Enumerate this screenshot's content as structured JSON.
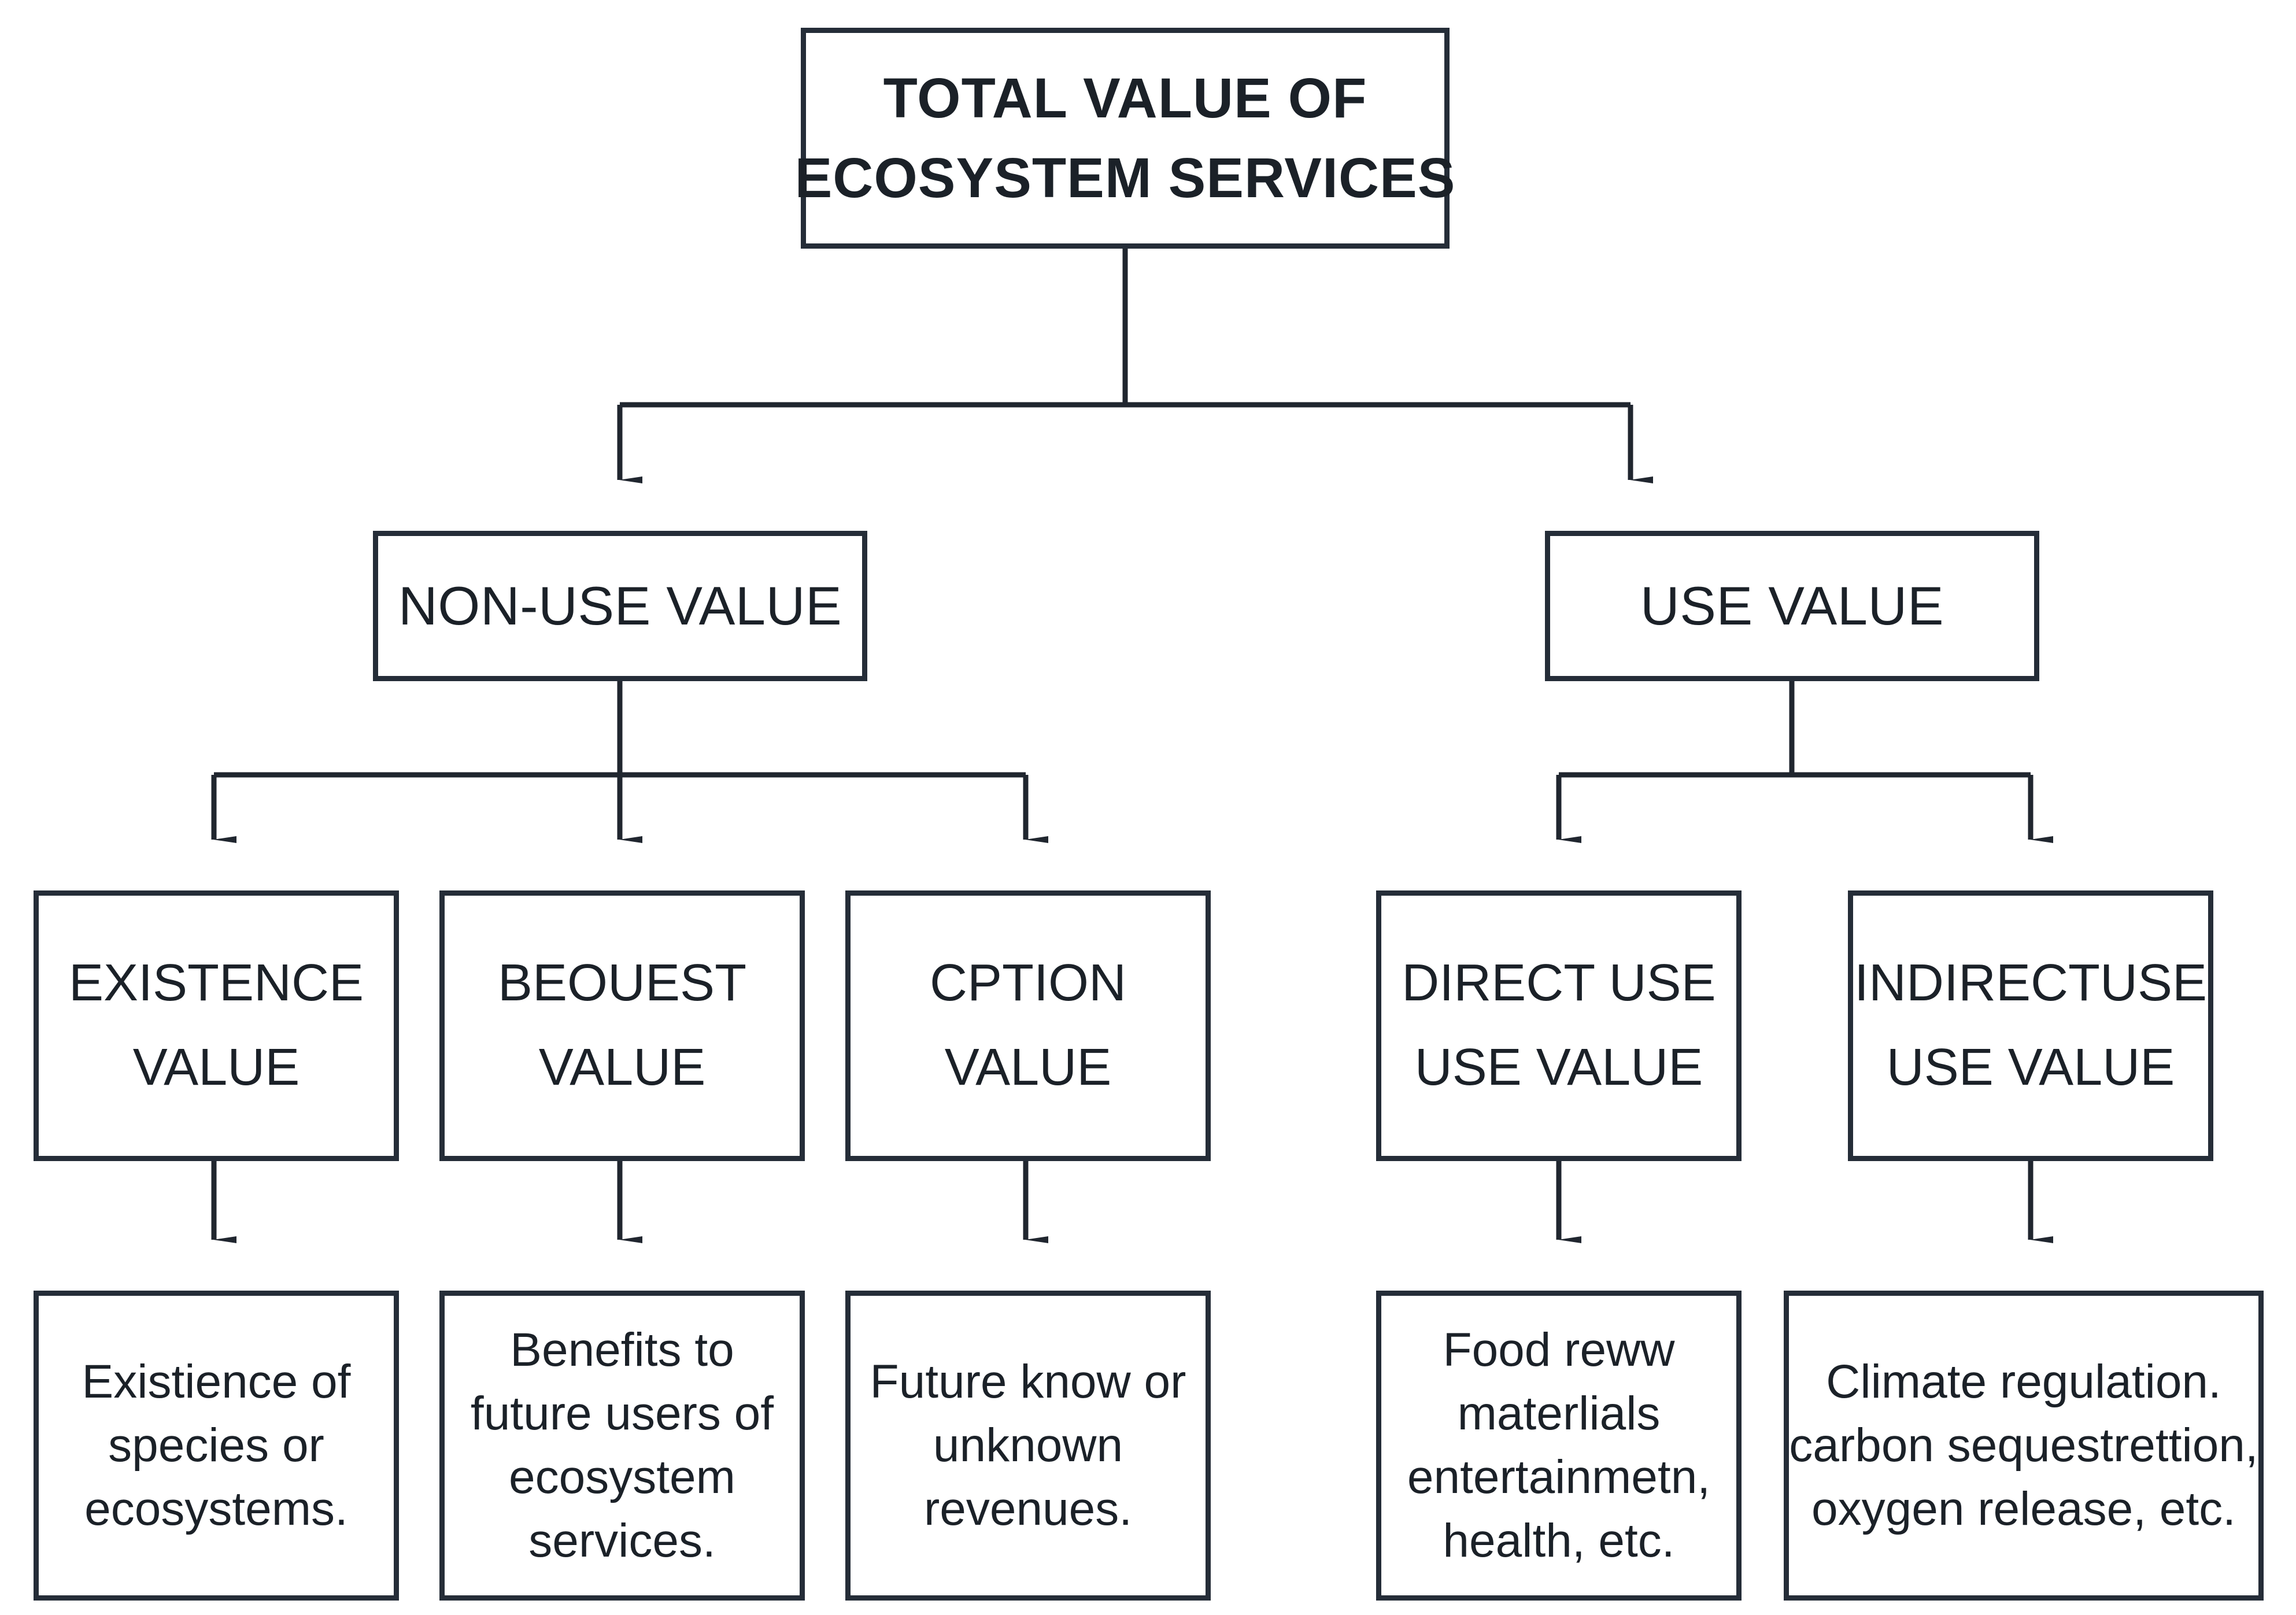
{
  "diagram": {
    "title": "TOTAL VALUE OF ECOSYSTEM SERVICES",
    "colors": {
      "border": "#252d38",
      "text": "#1b2128",
      "background": "#ffffff",
      "connector": "#20262f"
    },
    "root": {
      "line1": "TOTAL VALUE OF",
      "line2": "ECOSYSTEM SERVICES"
    },
    "level2": {
      "nonuse": "NON-USE VALUE",
      "use": "USE VALUE"
    },
    "level3": {
      "existence": {
        "line1": "EXISTENCE",
        "line2": "VALUE"
      },
      "bequest": {
        "line1": "BEOUEST",
        "line2": "VALUE"
      },
      "option": {
        "line1": "CPTION",
        "line2": "VALUE"
      },
      "directuse": {
        "line1": "DIRECT USE",
        "line2": "USE VALUE"
      },
      "indirectuse": {
        "line1": "INDIRECTUSE",
        "line2": "USE VALUE"
      }
    },
    "level4": {
      "existence": {
        "line1": "Existience of",
        "line2": "species or",
        "line3": "ecosystems."
      },
      "bequest": {
        "line1": "Benefits to",
        "line2": "future users of",
        "line3": "ecosystem",
        "line4": "services."
      },
      "option": {
        "line1": "Future know or",
        "line2": "unknown",
        "line3": "revenues."
      },
      "directuse": {
        "line1": "Food reww",
        "line2": "materlials",
        "line3": "entertainmetn,",
        "line4": "health, etc."
      },
      "indirectuse": {
        "line1": "Climate regulation.",
        "line2": "carbon sequestrettion,",
        "line3": "oxygen release, etc."
      }
    }
  }
}
